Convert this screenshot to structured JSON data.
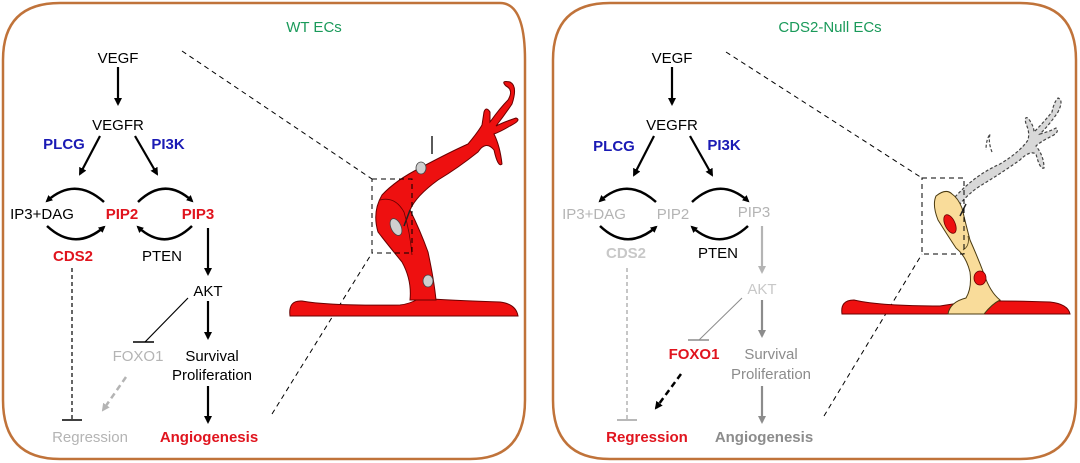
{
  "colors": {
    "frame": "#c0733a",
    "title": "#1a9a5a",
    "enzyme": "#1a1ab4",
    "active": "#e0141e",
    "inactive": "#b4b4b4",
    "reduced": "#8c8c8c",
    "normal": "#000000",
    "vessel_red": "#ee1010",
    "vessel_pale": "#f9dc9a",
    "vessel_ghost": "#d8d8d8",
    "nucleus": "#cfcfcf"
  },
  "panels": [
    {
      "id": "wt",
      "title": "WT ECs",
      "nodes": {
        "vegf": "VEGF",
        "vegfr": "VEGFR",
        "plcg": "PLCG",
        "pi3k": "PI3K",
        "ip3dag": "IP3+DAG",
        "pip2": "PIP2",
        "pip3": "PIP3",
        "cds2": "CDS2",
        "pten": "PTEN",
        "akt": "AKT",
        "foxo1": "FOXO1",
        "survival": "Survival",
        "proliferation": "Proliferation",
        "regression": "Regression",
        "angiogenesis": "Angiogenesis"
      }
    },
    {
      "id": "null",
      "title": "CDS2-Null ECs",
      "nodes": {
        "vegf": "VEGF",
        "vegfr": "VEGFR",
        "plcg": "PLCG",
        "pi3k": "PI3K",
        "ip3dag": "IP3+DAG",
        "pip2": "PIP2",
        "pip3": "PIP3",
        "cds2": "CDS2",
        "pten": "PTEN",
        "akt": "AKT",
        "foxo1": "FOXO1",
        "survival": "Survival",
        "proliferation": "Proliferation",
        "regression": "Regression",
        "angiogenesis": "Angiogenesis"
      }
    }
  ]
}
